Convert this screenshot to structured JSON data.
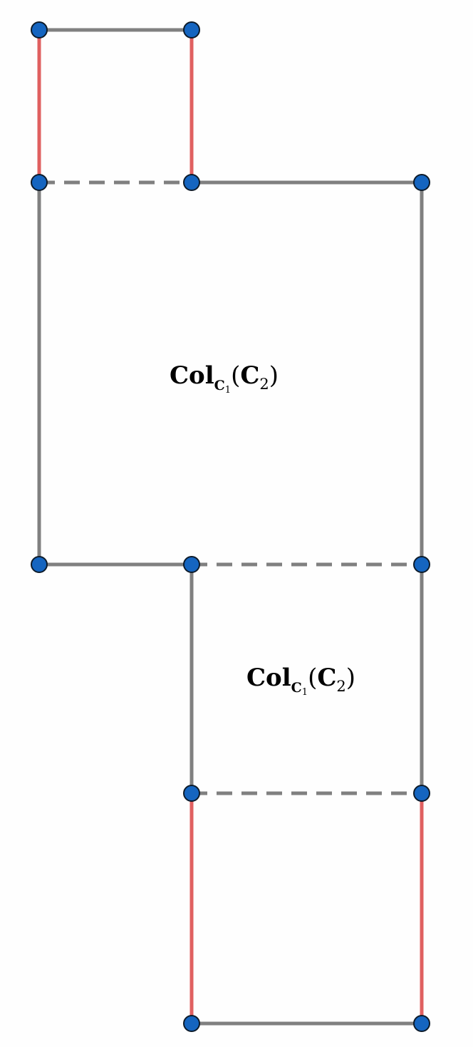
{
  "diagram": {
    "labels": {
      "upper_region": {
        "main": "Col",
        "sub": "C",
        "subsub": "1",
        "open": "(",
        "arg": "C",
        "argsub": "2",
        "close": ")"
      },
      "lower_region": {
        "main": "Col",
        "sub": "C",
        "subsub": "1",
        "open": "(",
        "arg": "C",
        "argsub": "2",
        "close": ")"
      }
    },
    "colors": {
      "edge": "#808080",
      "boundary_edge": "#e06060",
      "vertex_fill": "#1565c0",
      "vertex_stroke": "#0d1b2a"
    }
  }
}
